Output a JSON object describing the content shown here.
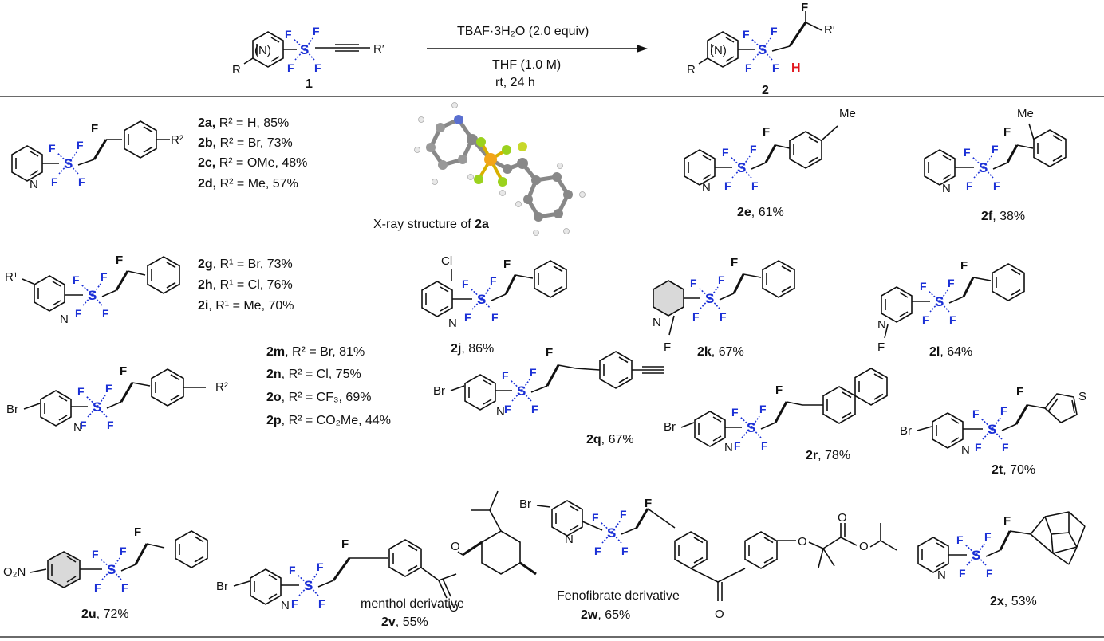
{
  "scheme": {
    "reagent": "TBAF·3H₂O (2.0 equiv)",
    "solvent": "THF (1.0 M)",
    "conditions": "rt, 24 h",
    "sm_label": "1",
    "prod_label": "2",
    "atoms": {
      "N": "(N)",
      "R": "R",
      "Rp": "R′",
      "S": "S",
      "F": "F",
      "H": "H"
    }
  },
  "xray": {
    "caption": "X-ray structure of",
    "compound": "2a"
  },
  "compounds": {
    "a_group": [
      {
        "id": "2a,",
        "text": " R² = H, 85%"
      },
      {
        "id": "2b,",
        "text": " R² = Br, 73%"
      },
      {
        "id": "2c,",
        "text": " R² = OMe, 48%"
      },
      {
        "id": "2d,",
        "text": " R² = Me, 57%"
      }
    ],
    "g_group": [
      {
        "id": "2g",
        "text": ", R¹ = Br, 73%"
      },
      {
        "id": "2h",
        "text": ", R¹ = Cl, 76%"
      },
      {
        "id": "2i",
        "text": ", R¹ = Me, 70%"
      }
    ],
    "m_group": [
      {
        "id": "2m",
        "text": ", R² = Br, 81%"
      },
      {
        "id": "2n",
        "text": ", R² = Cl, 75%"
      },
      {
        "id": "2o",
        "text": ", R² = CF₃, 69%"
      },
      {
        "id": "2p",
        "text": ", R² = CO₂Me, 44%"
      }
    ],
    "singles": [
      {
        "id": "2e",
        "yield": ",  61%"
      },
      {
        "id": "2f",
        "yield": ",  38%"
      },
      {
        "id": "2j",
        "yield": ", 86%"
      },
      {
        "id": "2k",
        "yield": ", 67%"
      },
      {
        "id": "2l",
        "yield": ", 64%"
      },
      {
        "id": "2q",
        "yield": ", 67%"
      },
      {
        "id": "2r",
        "yield": ", 78%"
      },
      {
        "id": "2t",
        "yield": ", 70%"
      },
      {
        "id": "2u",
        "yield": ", 72%"
      },
      {
        "id": "2v",
        "yield": ", 55%"
      },
      {
        "id": "2w",
        "yield": ", 65%"
      },
      {
        "id": "2x",
        "yield": ", 53%"
      }
    ],
    "notes": {
      "menthol": "menthol derivative",
      "fenofibrate": "Fenofibrate derivative"
    },
    "subs": {
      "Me": "Me",
      "Cl": "Cl",
      "Br": "Br",
      "F": "F",
      "O2N": "O₂N",
      "R1": "R¹",
      "R2": "R²",
      "O": "O",
      "N": "N"
    }
  },
  "colors": {
    "sulfur_fluorine": "#1a2fd6",
    "vinyl_H": "#e1141b",
    "pyridine_shade": "#d9d9d9"
  }
}
